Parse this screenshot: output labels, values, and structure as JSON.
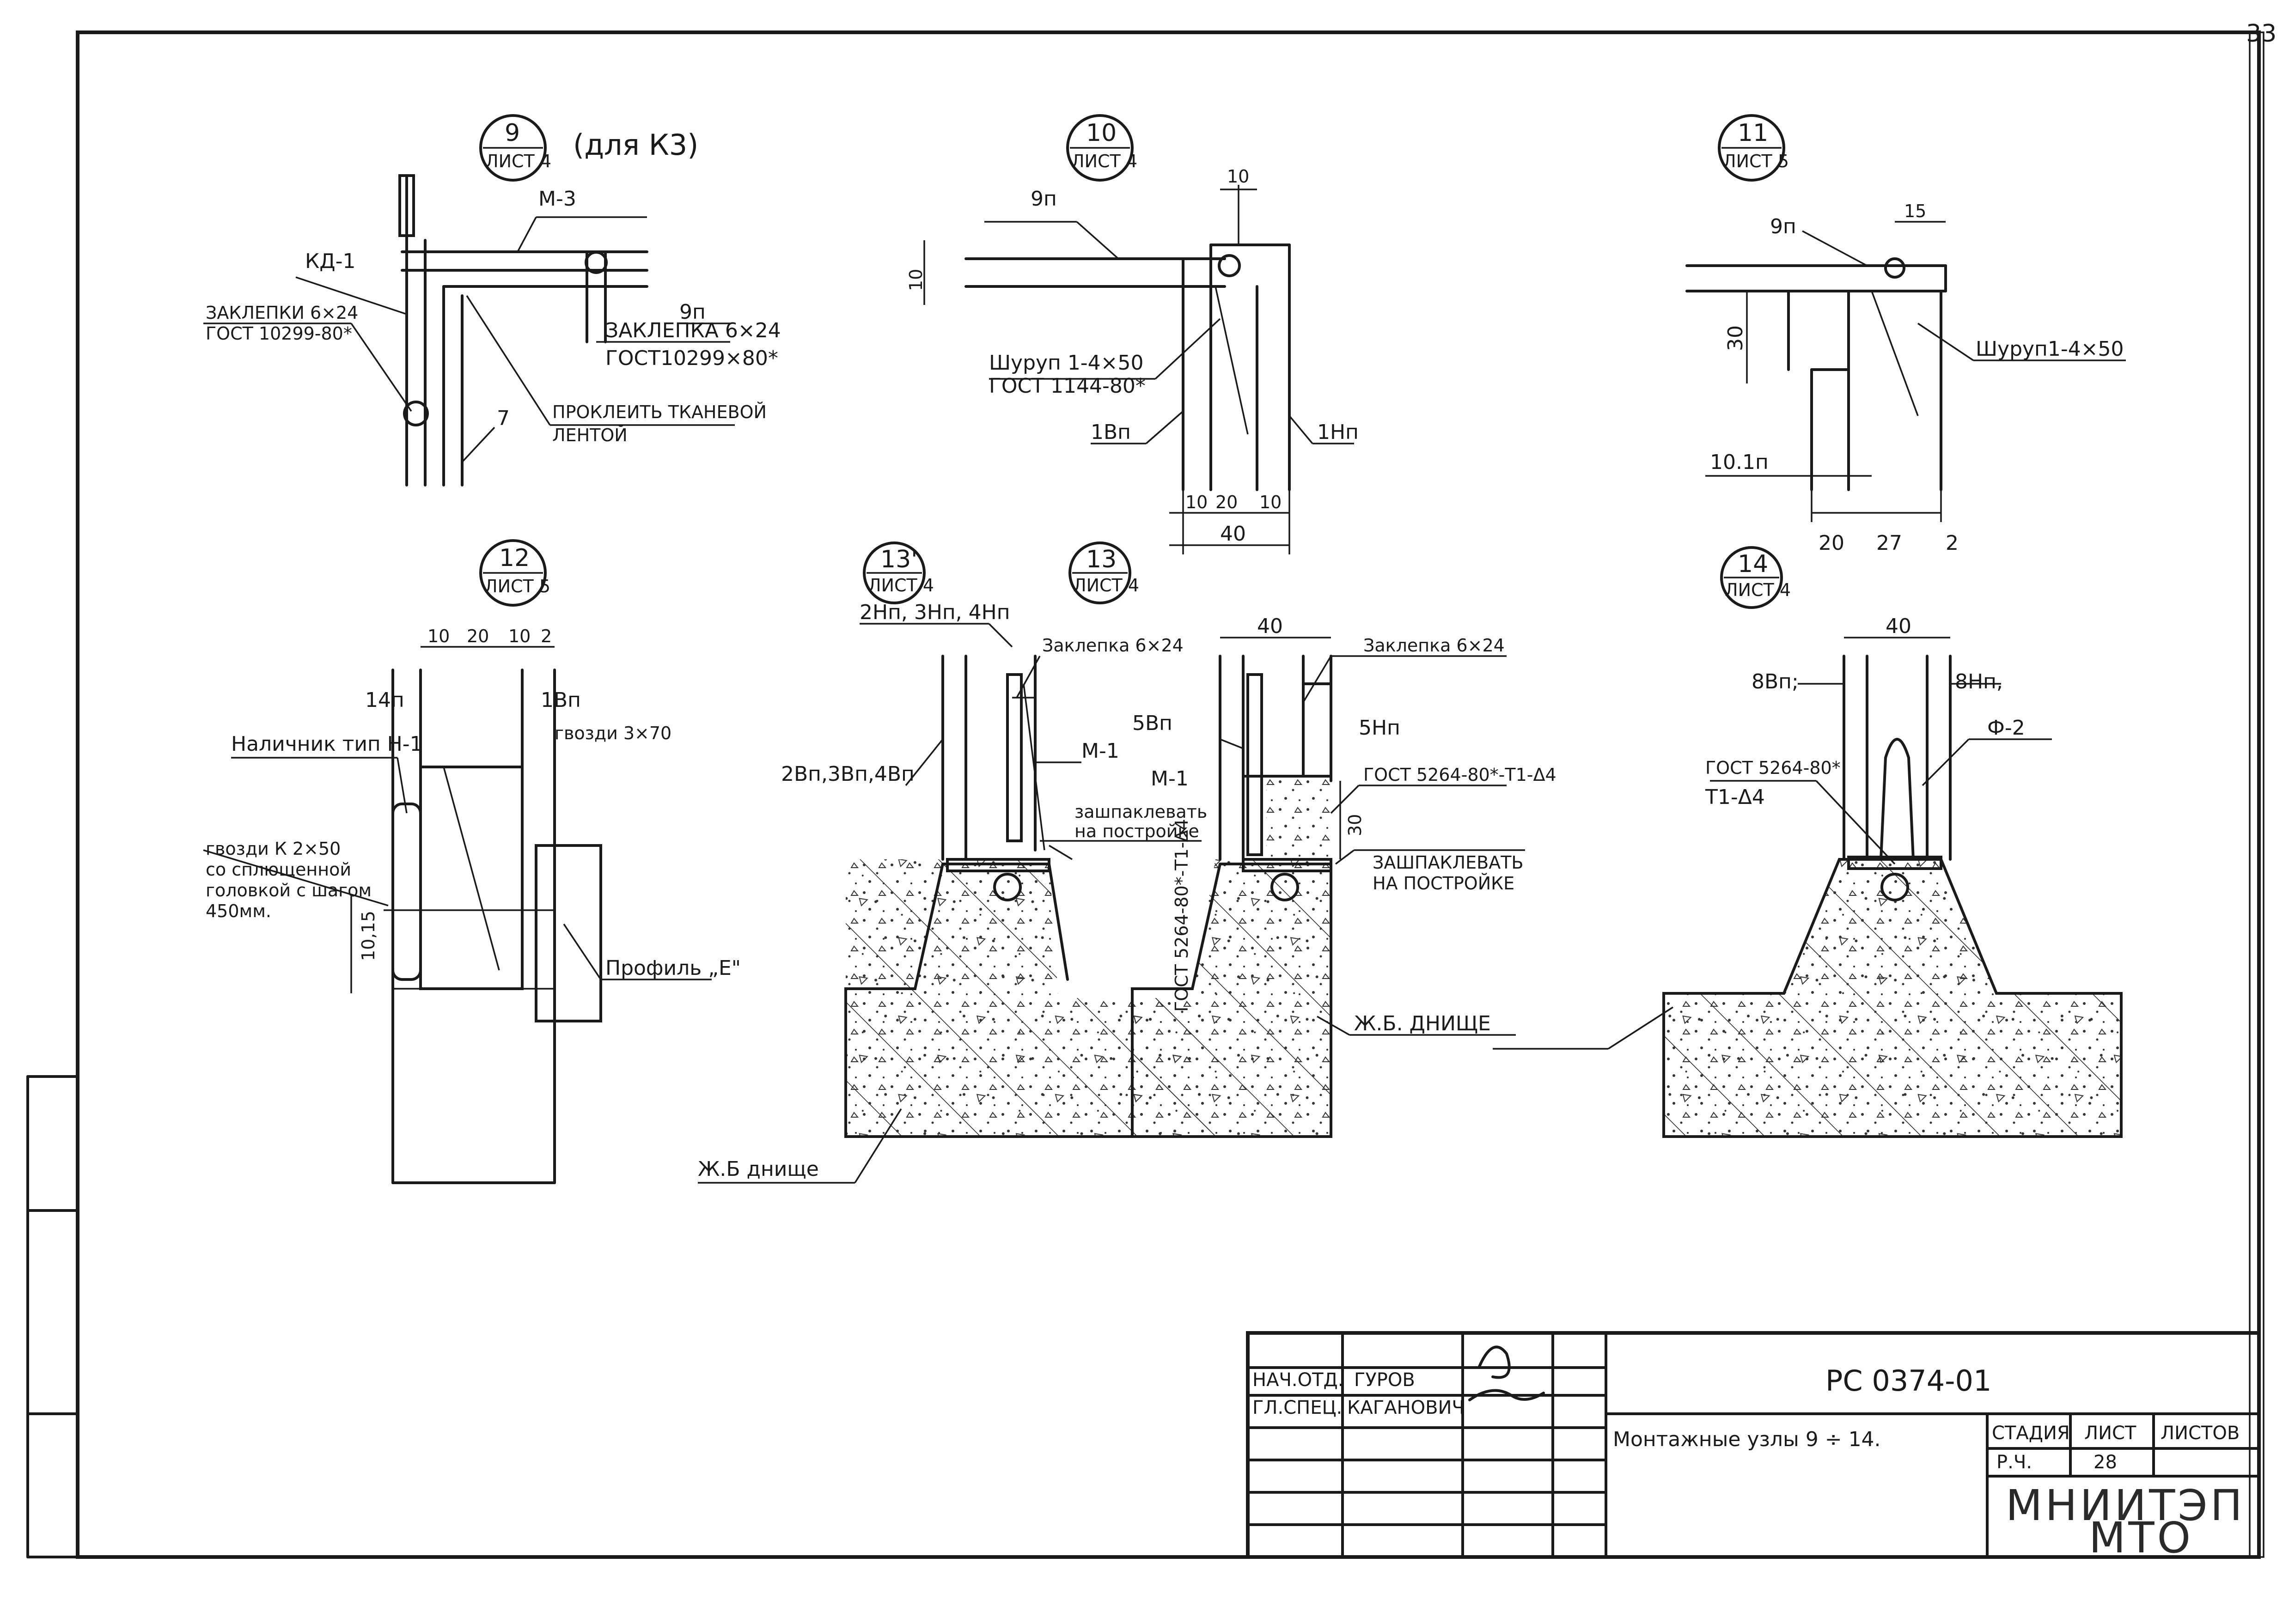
{
  "page_number": "33",
  "details": {
    "d9": {
      "num": "9",
      "sheet": "ЛИСТ 4",
      "note": "(для  К3)",
      "labels": [
        "М-3",
        "КД-1",
        "ЗАКЛЕПКИ 6×24",
        "ГОСТ 10299-80*",
        "ЗАКЛЕПКА 6×24",
        "ГОСТ10299×80*",
        "9п",
        "ПРОКЛЕИТЬ ТКАНЕВОЙ",
        "ЛЕНТОЙ",
        "7"
      ]
    },
    "d10": {
      "num": "10",
      "sheet": "ЛИСТ 4",
      "labels": [
        "9п",
        "10",
        "10",
        "Шуруп 1-4×50",
        "ГОСТ 1144-80*",
        "1Вп",
        "1Нп",
        "10",
        "20",
        "10",
        "40"
      ]
    },
    "d11": {
      "num": "11",
      "sheet": "ЛИСТ 5",
      "labels": [
        "9п",
        "15",
        "30",
        "Шуруп1-4×50",
        "10.1п",
        "20",
        "27",
        "2"
      ]
    },
    "d12": {
      "num": "12",
      "sheet": "ЛИСТ 5",
      "labels": [
        "10",
        "20",
        "10",
        "2",
        "14п",
        "1Вп",
        "Наличник тип Н-1",
        "гвозди 3×70",
        "гвозди К 2×50",
        "со сплющенной",
        "головкой с шагом",
        "450мм.",
        "10,15",
        "Профиль „Е\""
      ]
    },
    "d13a": {
      "num": "13'",
      "sheet": "ЛИСТ 4",
      "labels": [
        "2Нп, 3Нп, 4Нп",
        "Заклепка 6×24",
        "2Вп,3Вп,4Вп",
        "М-1",
        "зашпаклевать",
        "на постройке",
        "ГОСТ 5264-80*-Т1-Δ4",
        "Ж.Б днище"
      ]
    },
    "d13": {
      "num": "13",
      "sheet": "ЛИСТ 4",
      "labels": [
        "40",
        "Заклепка 6×24",
        "5Вп",
        "5Нп",
        "М-1",
        "ГОСТ 5264-80*-Т1-Δ4",
        "30",
        "ЗАШПАКЛЕВАТЬ",
        "НА ПОСТРОЙКЕ",
        "Ж.Б. ДНИЩЕ"
      ]
    },
    "d14": {
      "num": "14",
      "sheet": "ЛИСТ 4",
      "labels": [
        "40",
        "8Вп;",
        "8Нп,",
        "Ф-2",
        "ГОСТ 5264-80*",
        "Т1-Δ4"
      ]
    }
  },
  "title_block": {
    "roles": [
      "НАЧ.ОТД.",
      "ГЛ.СПЕЦ."
    ],
    "names": [
      "ГУРОВ",
      "КАГАНОВИЧ"
    ],
    "code": "РС 0374-01",
    "title": "Монтажные узлы  9 ÷ 14.",
    "col_headers": [
      "СТАДИЯ",
      "ЛИСТ",
      "ЛИСТОВ"
    ],
    "stage": "Р.Ч.",
    "sheet": "28",
    "sheets": "",
    "org_line1": "МНИИТЭП",
    "org_line2": "МТО"
  }
}
